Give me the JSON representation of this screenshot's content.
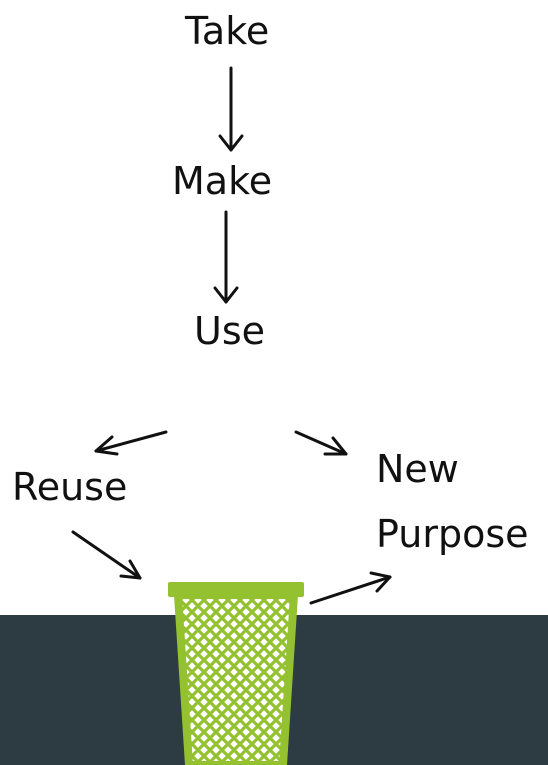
{
  "diagram": {
    "steps": {
      "take": "Take",
      "make": "Make",
      "use": "Use",
      "reuse": "Reuse",
      "new_line1": "New",
      "new_line2": "Purpose"
    },
    "bin_icon": "wastebasket-icon"
  },
  "colors": {
    "background": "#ffffff",
    "ground": "#2d3c43",
    "text": "#111111",
    "arrow": "#111111",
    "bin": "#93c12f"
  }
}
